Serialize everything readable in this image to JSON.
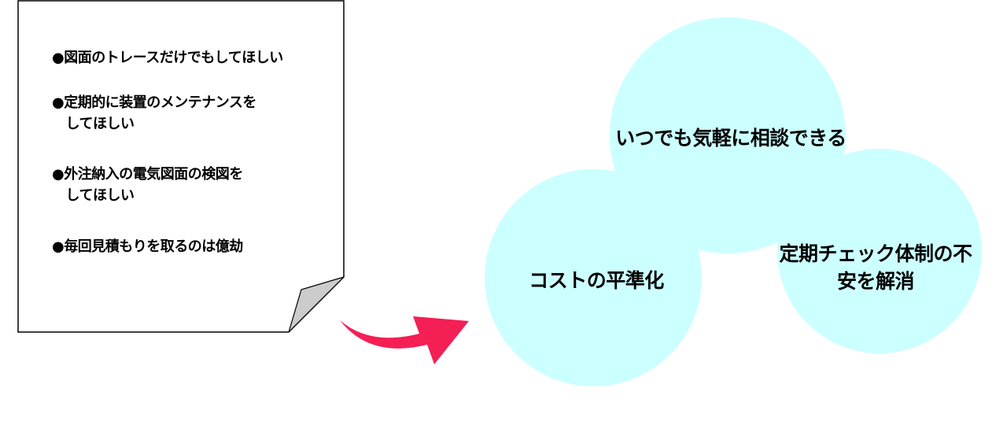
{
  "note": {
    "items": [
      "●図面のトレースだけでもしてほしい",
      "●定期的に装置のメンテナンスを\n　してほしい",
      "●外注納入の電気図面の検図を\n　してほしい",
      "●毎回見積もりを取るのは億劫"
    ]
  },
  "benefits": {
    "top": "いつでも気軽に相談できる",
    "left": "コストの平準化",
    "right": "定期チェック体制の不\n安を解消"
  },
  "colors": {
    "circle": "#ccffff",
    "arrow": "#f41f55",
    "curl": "#cccccc"
  }
}
